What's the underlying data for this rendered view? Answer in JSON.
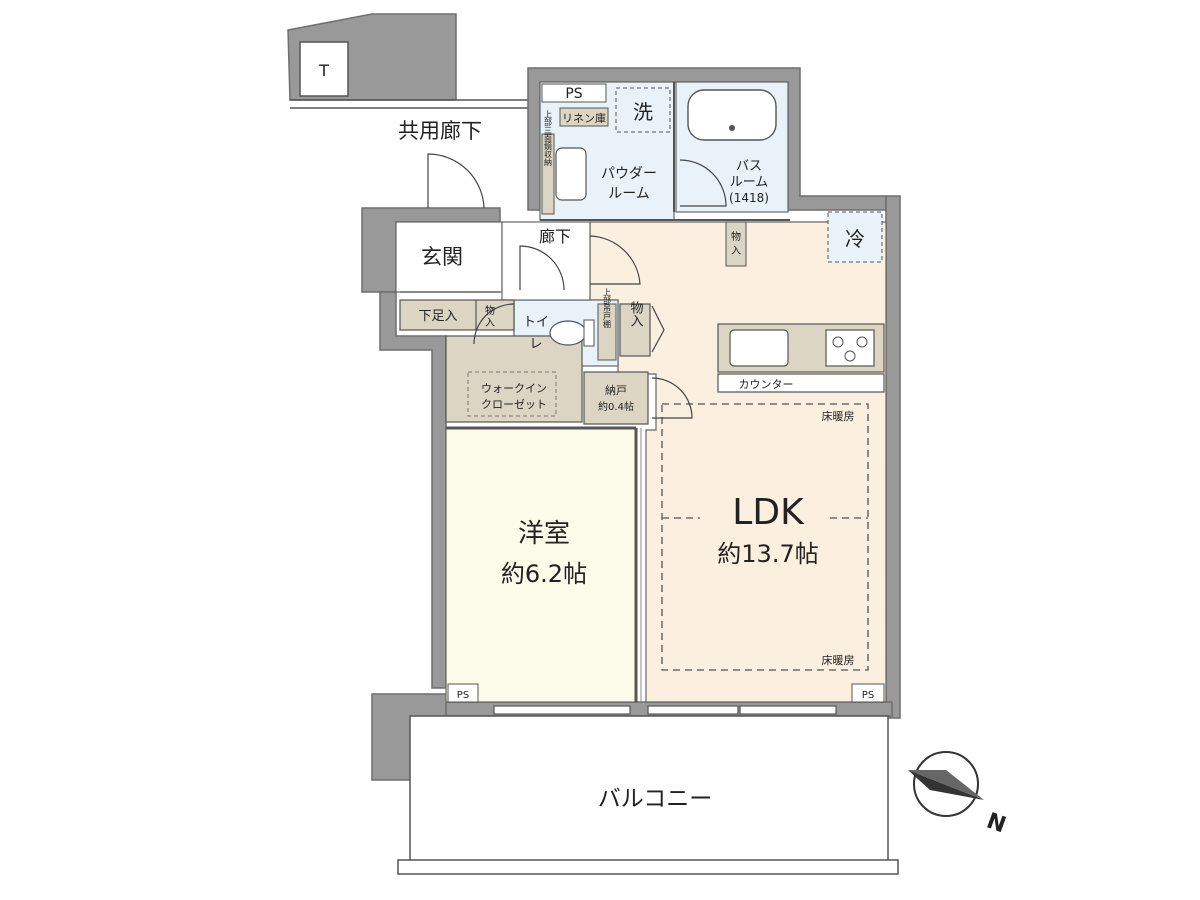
{
  "floorplan": {
    "labels": {
      "common_corridor": "共用廊下",
      "t_box": "T",
      "ps_top": "PS",
      "ps_left_bottom": "PS",
      "ps_right_bottom": "PS",
      "linen": "リネン庫",
      "laundry": "洗",
      "powder_room_1": "パウダー",
      "powder_room_2": "ルーム",
      "bathroom_1": "バス",
      "bathroom_2": "ルーム",
      "bathroom_size": "(1418)",
      "upper_storage_vanity": "上部三面鏡収納",
      "entrance": "玄関",
      "hallway": "廊下",
      "storage_hall_1": "物",
      "storage_hall_2": "入",
      "fridge": "冷",
      "shoe_box": "下足入",
      "storage_entrance_1": "物",
      "storage_entrance_2": "入",
      "toilet_1": "トイ",
      "toilet_2": "レ",
      "upper_cabinet_toilet": "上部吊戸棚",
      "storage_toilet": "物入",
      "counter": "カウンター",
      "walk_in_1": "ウォークイン",
      "walk_in_2": "クローゼット",
      "closet_1": "納戸",
      "closet_2": "約0.4帖",
      "floor_heating_top": "床暖房",
      "floor_heating_bottom": "床暖房",
      "ldk_name": "LDK",
      "ldk_size": "約13.7帖",
      "western_name": "洋室",
      "western_size": "約6.2帖",
      "balcony": "バルコニー",
      "north": "N"
    },
    "colors": {
      "wall": "#999999",
      "ldk_floor": "#fbefdf",
      "western_floor": "#fbfbe9",
      "wet_area": "#e8f2f8",
      "storage": "#dcd5c3",
      "balcony": "#ffffff"
    }
  }
}
